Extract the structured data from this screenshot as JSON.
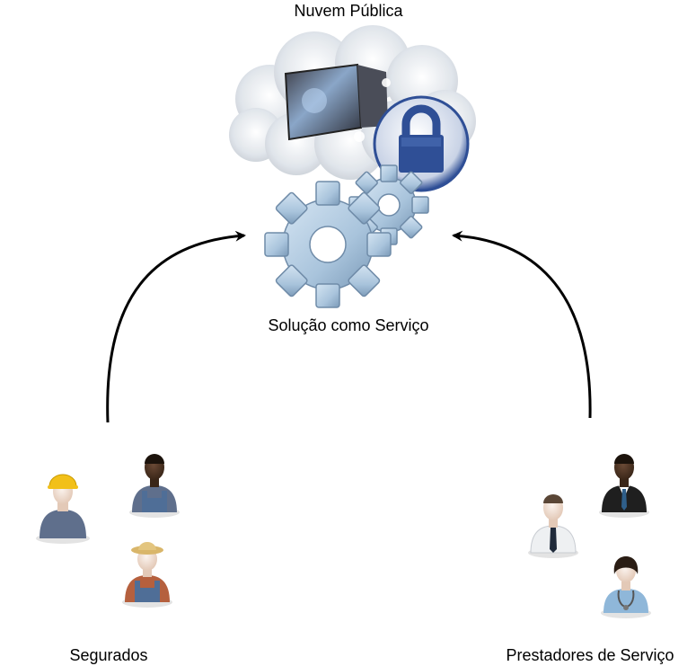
{
  "labels": {
    "cloud": "Nuvem Pública",
    "service": "Solução como Serviço",
    "insured": "Segurados",
    "providers": "Prestadores de Serviço"
  },
  "colors": {
    "arrow": "#000000",
    "cloud": "#dfe4ea",
    "gear": "#a9c4dc",
    "lock": "#2f4f96",
    "skin": "#f3e2d6",
    "worker_shirt": "#5f6f8c",
    "overalls": "#4f6e97",
    "farmer_shirt": "#b5603e",
    "suit": "#1f1f1f",
    "white_coat": "#eef0f2",
    "nurse": "#8fb7d9"
  },
  "icons": {
    "cloud": "cloud-icon",
    "computer": "computer-icon",
    "lock": "lock-icon",
    "gears": "gears-icon",
    "insured": [
      "construction-worker-icon",
      "overalls-worker-icon",
      "farmer-icon"
    ],
    "providers": [
      "doctor-icon",
      "businessman-icon",
      "nurse-icon"
    ]
  }
}
